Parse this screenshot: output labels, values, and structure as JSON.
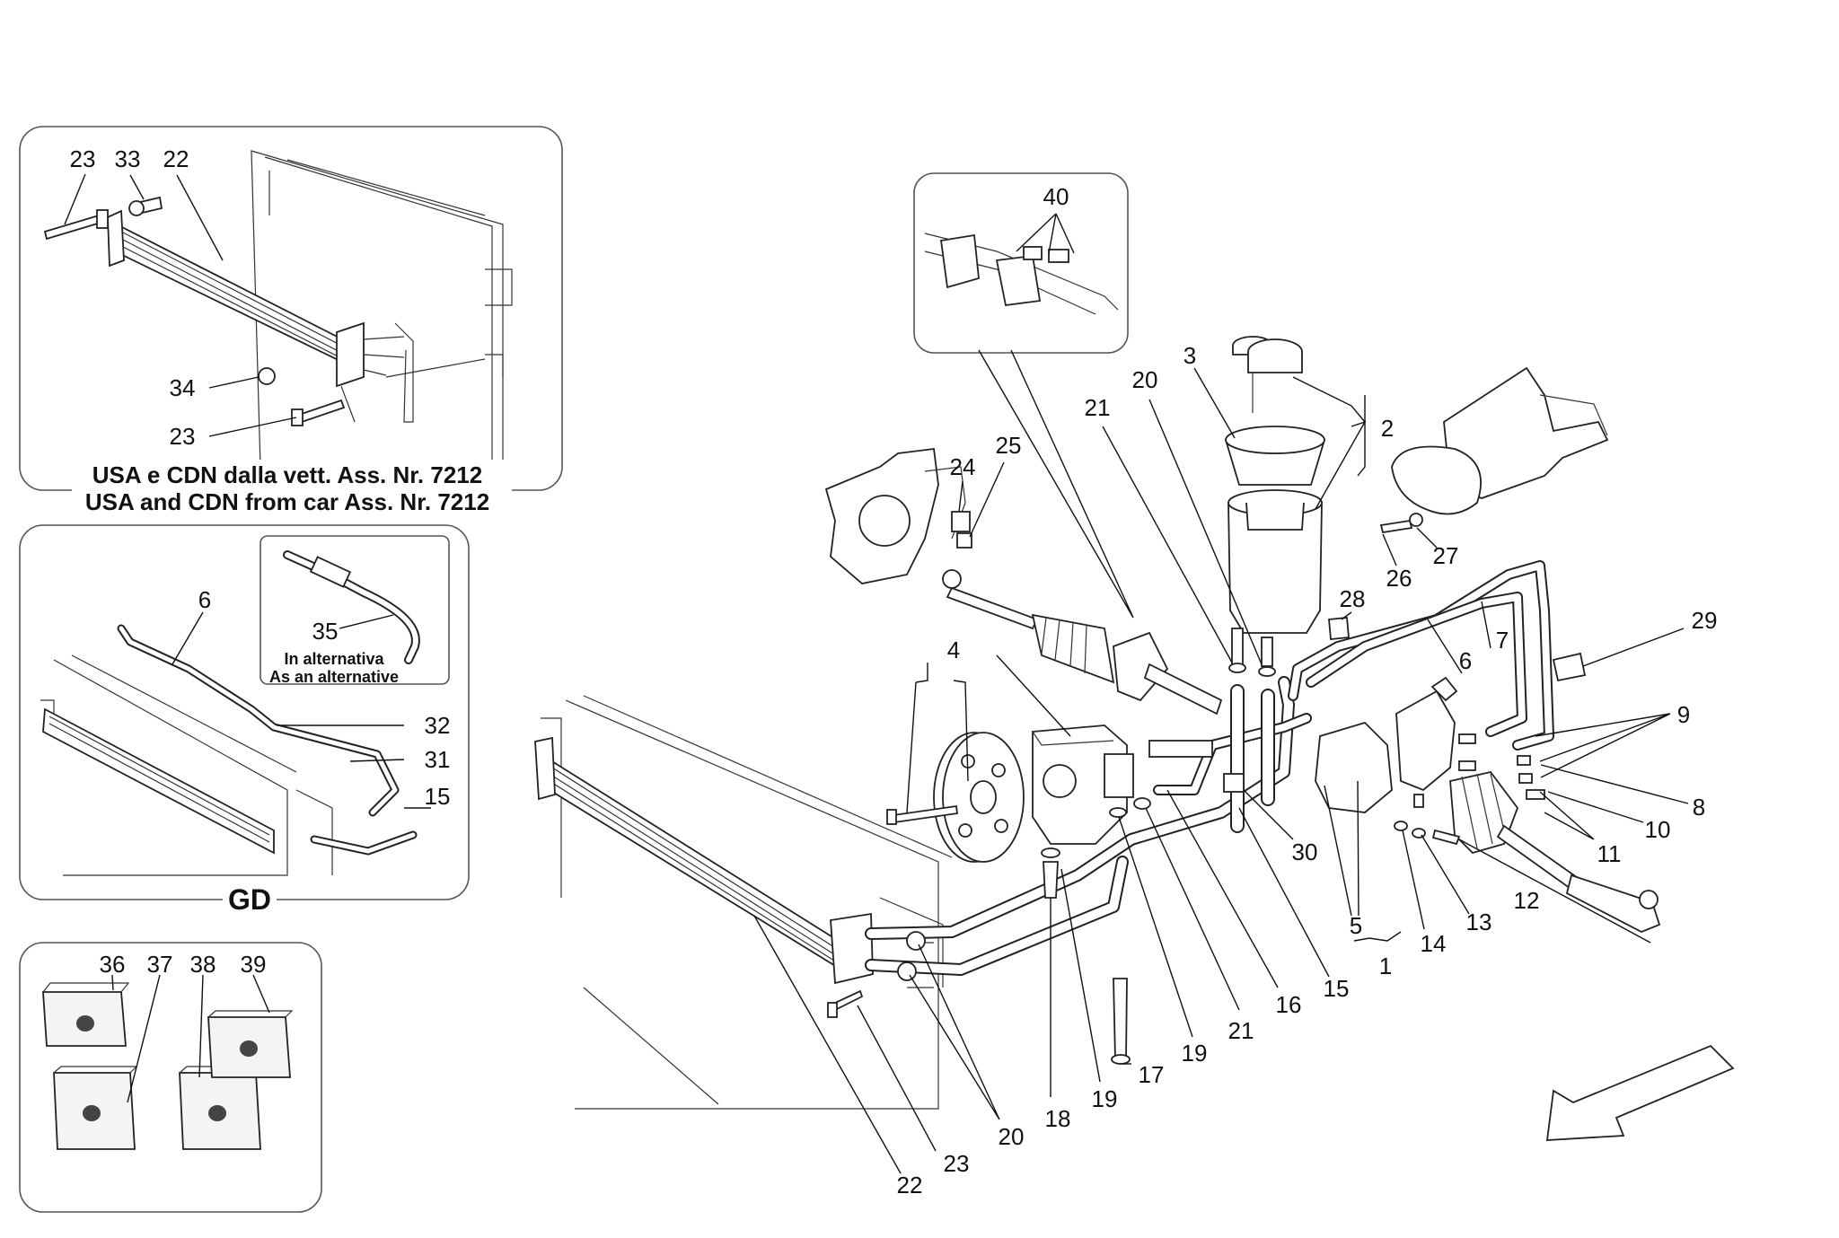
{
  "inset_usa": {
    "caption_it": "USA e CDN dalla vett. Ass. Nr. 7212",
    "caption_en": "USA and CDN from car Ass. Nr. 7212",
    "callouts": [
      "23",
      "33",
      "22",
      "34",
      "23"
    ]
  },
  "inset_gd": {
    "label": "GD",
    "alt_it": "In alternativa",
    "alt_en": "As an alternative",
    "callouts": [
      "6",
      "35",
      "32",
      "31",
      "15"
    ]
  },
  "inset_labels": {
    "callouts": [
      "36",
      "37",
      "38",
      "39"
    ]
  },
  "inset_clamp": {
    "callouts": [
      "40"
    ]
  },
  "main_callouts": [
    "2",
    "3",
    "20",
    "21",
    "24",
    "25",
    "26",
    "27",
    "28",
    "29",
    "6",
    "7",
    "4",
    "9",
    "8",
    "10",
    "11",
    "30",
    "5",
    "1",
    "14",
    "13",
    "12",
    "15",
    "16",
    "21",
    "19",
    "17",
    "18",
    "19",
    "20",
    "22",
    "23"
  ],
  "colors": {
    "line": "#222222",
    "frame": "#555555",
    "background": "#ffffff"
  },
  "icons": {
    "direction": "front-arrow-icon"
  }
}
